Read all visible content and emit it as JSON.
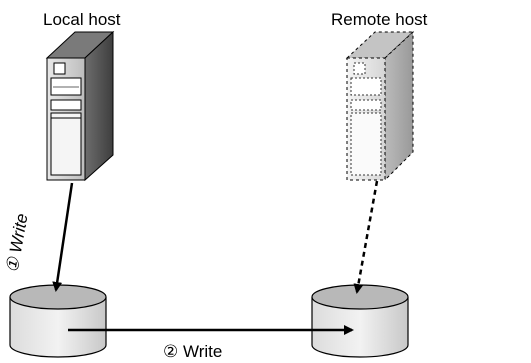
{
  "labels": {
    "local_host": "Local host",
    "remote_host": "Remote host",
    "write_1": "① Write",
    "write_2": "② Write"
  }
}
